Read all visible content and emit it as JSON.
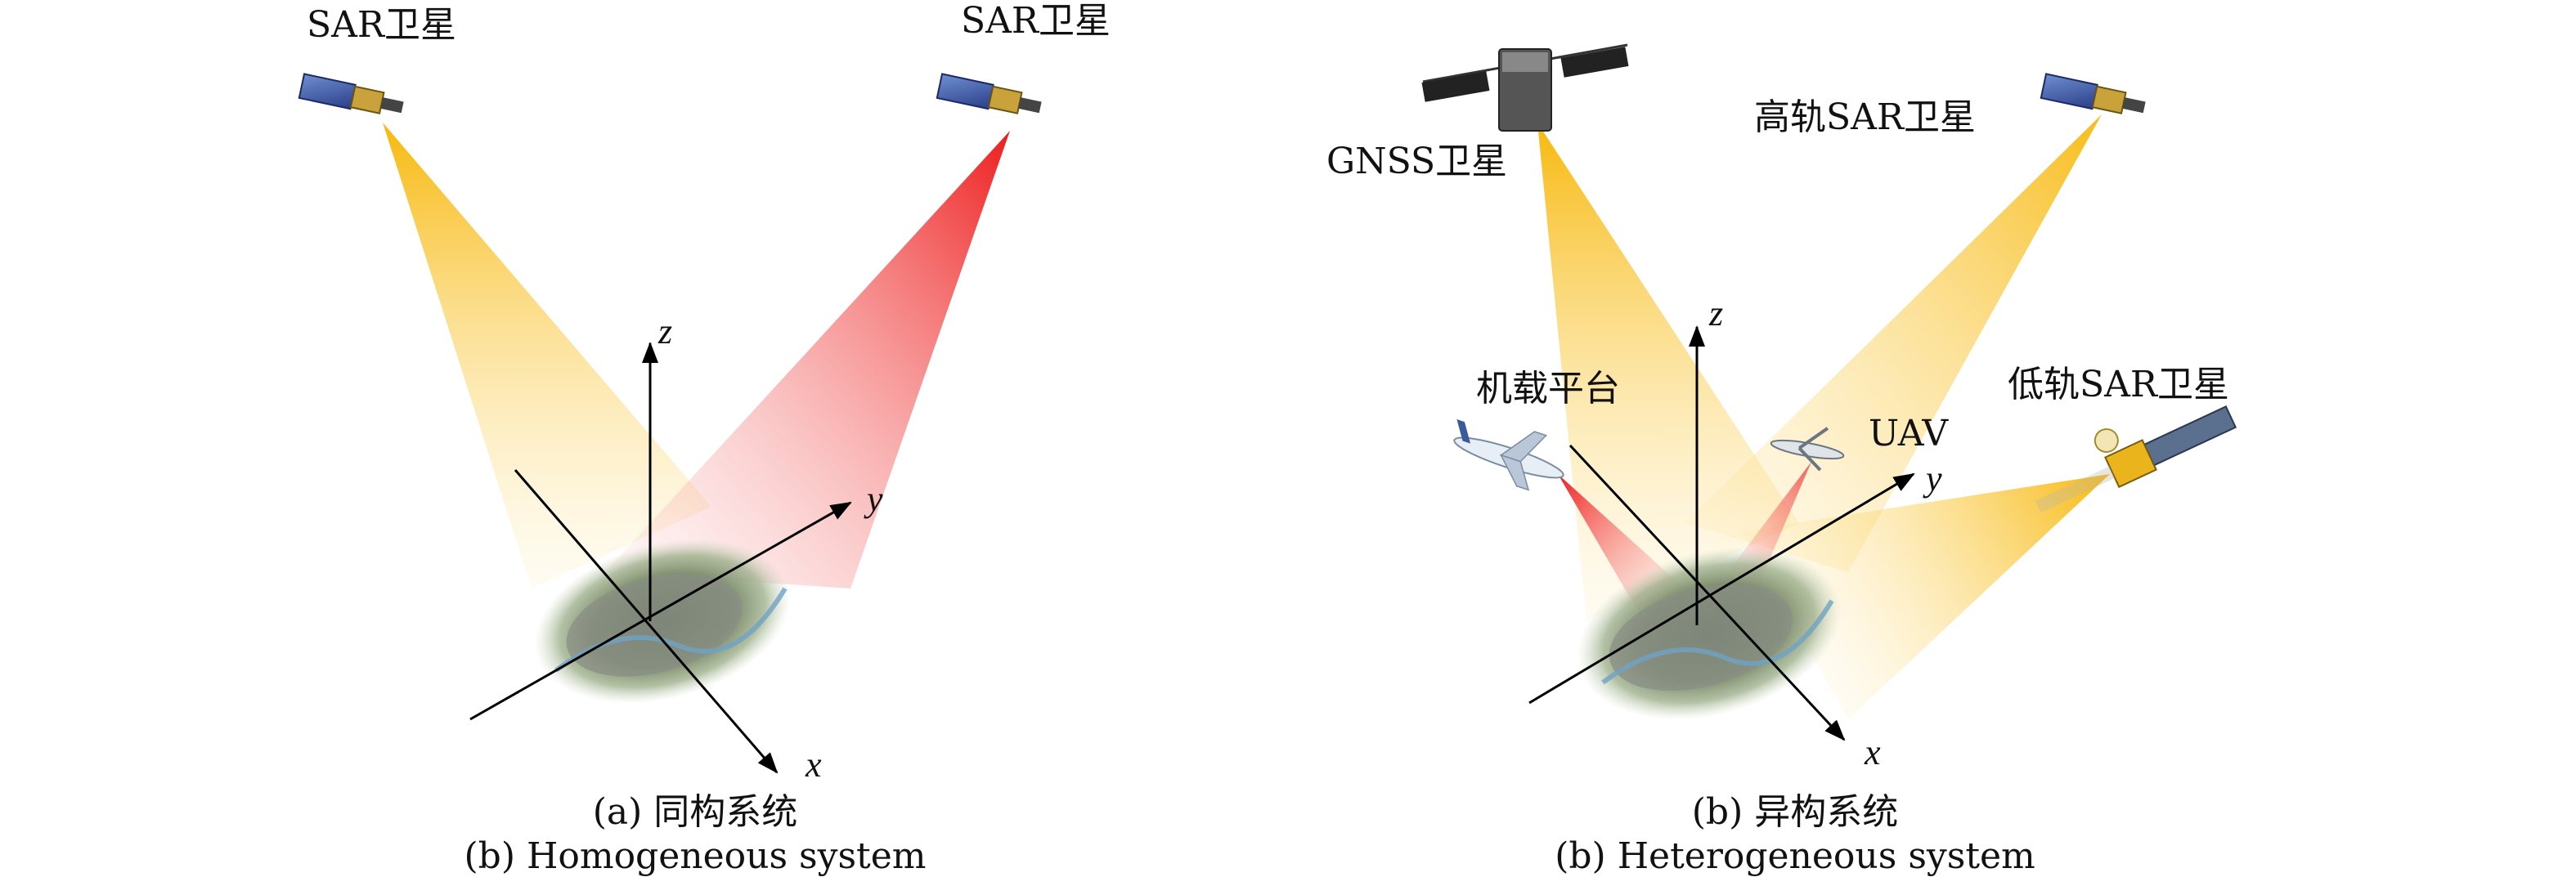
{
  "panel_a": {
    "sat_left_label": "SAR卫星",
    "sat_right_label": "SAR卫星",
    "axis_x": "x",
    "axis_y": "y",
    "axis_z": "z",
    "caption_cn": "(a) 同构系统",
    "caption_en": "(b) Homogeneous system"
  },
  "panel_b": {
    "gnss_label": "GNSS卫星",
    "geo_sar_label": "高轨SAR卫星",
    "airborne_label": "机载平台",
    "uav_label": "UAV",
    "leo_sar_label": "低轨SAR卫星",
    "axis_x": "x",
    "axis_y": "y",
    "axis_z": "z",
    "caption_cn": "(b) 异构系统",
    "caption_en": "(b) Heterogeneous system"
  },
  "colors": {
    "beam_yellow": "#f7b500",
    "beam_red": "#ee1c1c",
    "axis": "#000000"
  }
}
